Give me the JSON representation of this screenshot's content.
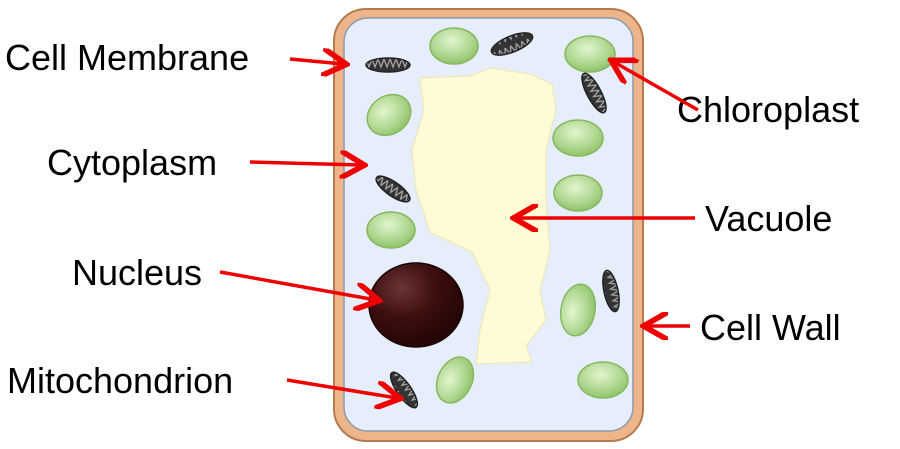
{
  "labels": {
    "cell_membrane": "Cell Membrane",
    "cytoplasm": "Cytoplasm",
    "nucleus": "Nucleus",
    "mitochondrion": "Mitochondrion",
    "chloroplast": "Chloroplast",
    "vacuole": "Vacuole",
    "cell_wall": "Cell Wall"
  },
  "colors": {
    "cell_wall": "#eeb48a",
    "cytoplasm": "#e6eefb",
    "vacuole": "#fefbd6",
    "chloroplast": "#b8dc98",
    "mitochondrion": "#3a3a3a",
    "nucleus": "#3c0c0c",
    "arrow": "#ee0000"
  }
}
